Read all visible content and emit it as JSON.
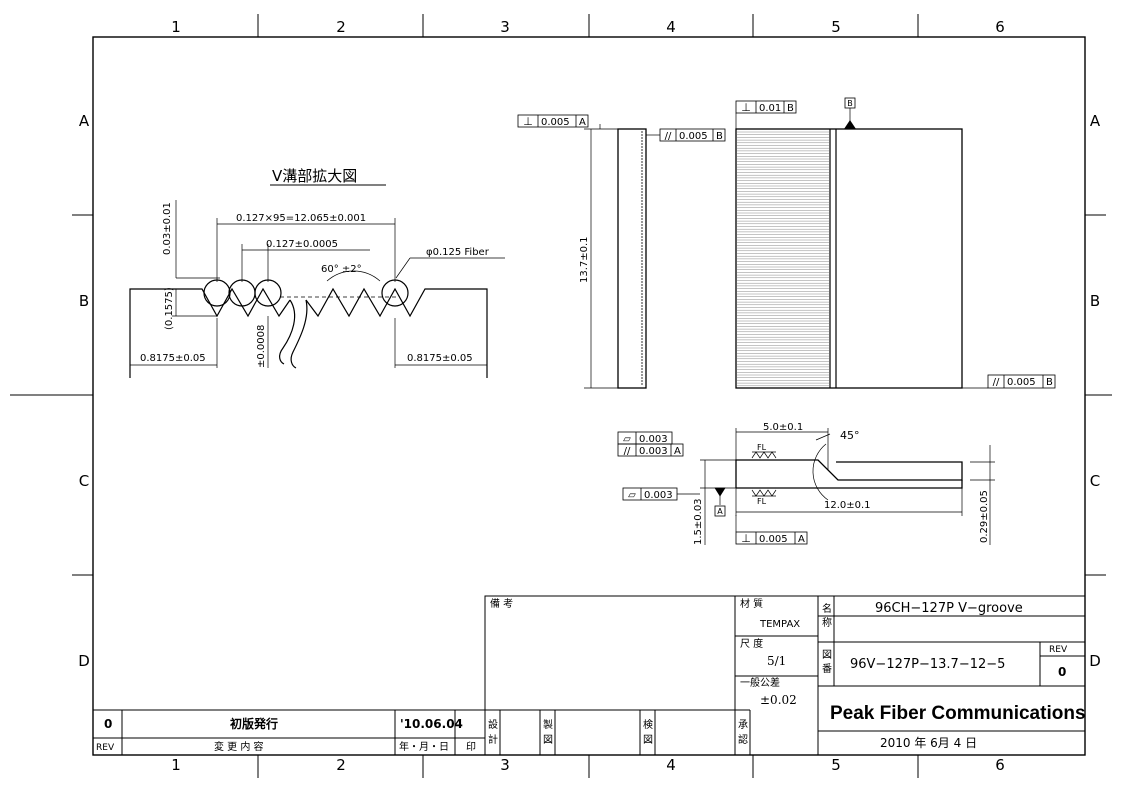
{
  "grid": {
    "cols": [
      "1",
      "2",
      "3",
      "4",
      "5",
      "6"
    ],
    "rows": [
      "A",
      "B",
      "C",
      "D"
    ]
  },
  "views": {
    "vgroove_title": "V溝部拡大図",
    "dim_pitch_total": "0.127×95=12.065±0.001",
    "dim_pitch": "0.127±0.0005",
    "dim_angle": "60° ±2°",
    "dim_fiber": "φ0.125 Fiber",
    "dim_height": "0.03±0.01",
    "dim_groove_depth": "(0.1575)",
    "dim_tol_vert": "±0.0008",
    "dim_edge_left": "0.8175±0.05",
    "dim_edge_right": "0.8175±0.05",
    "dim_side_height": "13.7±0.1",
    "dim_top_width": "5.0±0.1",
    "dim_chamfer": "45°",
    "dim_length": "12.0±0.1",
    "dim_thickness_total": "1.5±0.03",
    "dim_thickness_step": "0.29±0.05",
    "fl_top": "FL",
    "fl_bottom": "FL"
  },
  "gdt": {
    "perp_a_left": "0.005",
    "perp_a_left_ref": "A",
    "perp_b_top": "0.01",
    "perp_b_top_ref": "B",
    "datum_b": "B",
    "par_b_left": "0.005",
    "par_b_left_ref": "B",
    "par_b_right": "0.005",
    "par_b_right_ref": "B",
    "flat_top": "0.003",
    "par_a": "0.003",
    "par_a_ref": "A",
    "flat_bottom": "0.003",
    "datum_a": "A",
    "perp_a_bottom": "0.005",
    "perp_a_bottom_ref": "A"
  },
  "title_block": {
    "notes_label": "備 考",
    "material_label": "材 質",
    "material_value": "TEMPAX",
    "scale_label": "尺 度",
    "scale_value": "5/1",
    "tolerance_label": "一般公差",
    "tolerance_value": "±0.02",
    "name_label_1": "名",
    "name_label_2": "称",
    "name_value": "96CH−127P V−groove",
    "drawing_no_label_1": "図",
    "drawing_no_label_2": "番",
    "drawing_no_value": "96V−127P−13.7−12−5",
    "rev_label": "REV",
    "rev_value": "0",
    "company": "Peak Fiber Communications",
    "date": "2010 年  6月  4 日",
    "design_1": "設",
    "design_2": "計",
    "draft_1": "製",
    "draft_2": "図",
    "check_1": "検",
    "check_2": "図",
    "approve_1": "承",
    "approve_2": "認"
  },
  "revision": {
    "rev_no": "0",
    "description": "初版発行",
    "date": "'10.06.04",
    "header_rev": "REV",
    "header_desc": "変   更   内   容",
    "header_date": "年・月・日",
    "header_seal": "印"
  }
}
